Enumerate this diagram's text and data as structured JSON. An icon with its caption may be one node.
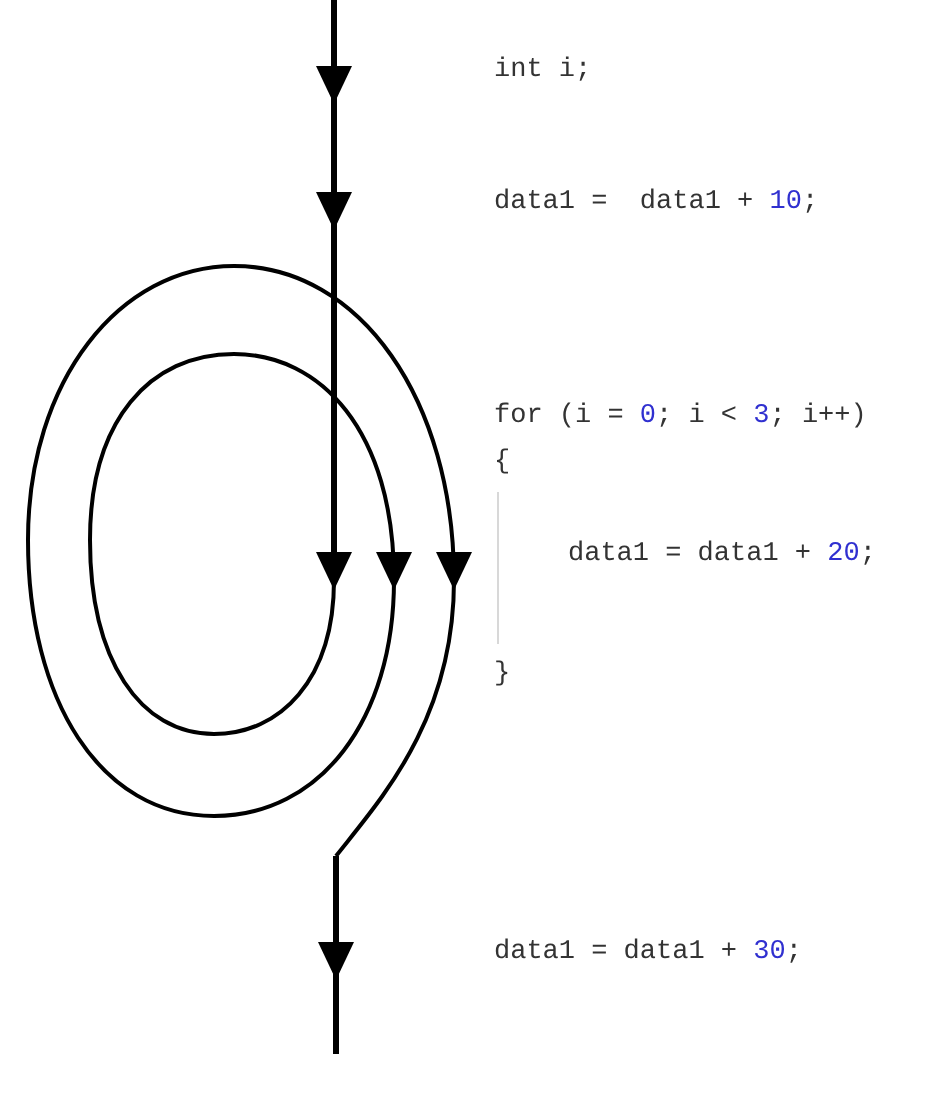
{
  "diagram": {
    "labels": [
      "int i;",
      "data1 =  data1 + 10;",
      "for (i = 0; i < 3; i++)",
      "{",
      "data1 = data1 + 20;",
      "}",
      "data1 = data1 + 30;"
    ]
  }
}
